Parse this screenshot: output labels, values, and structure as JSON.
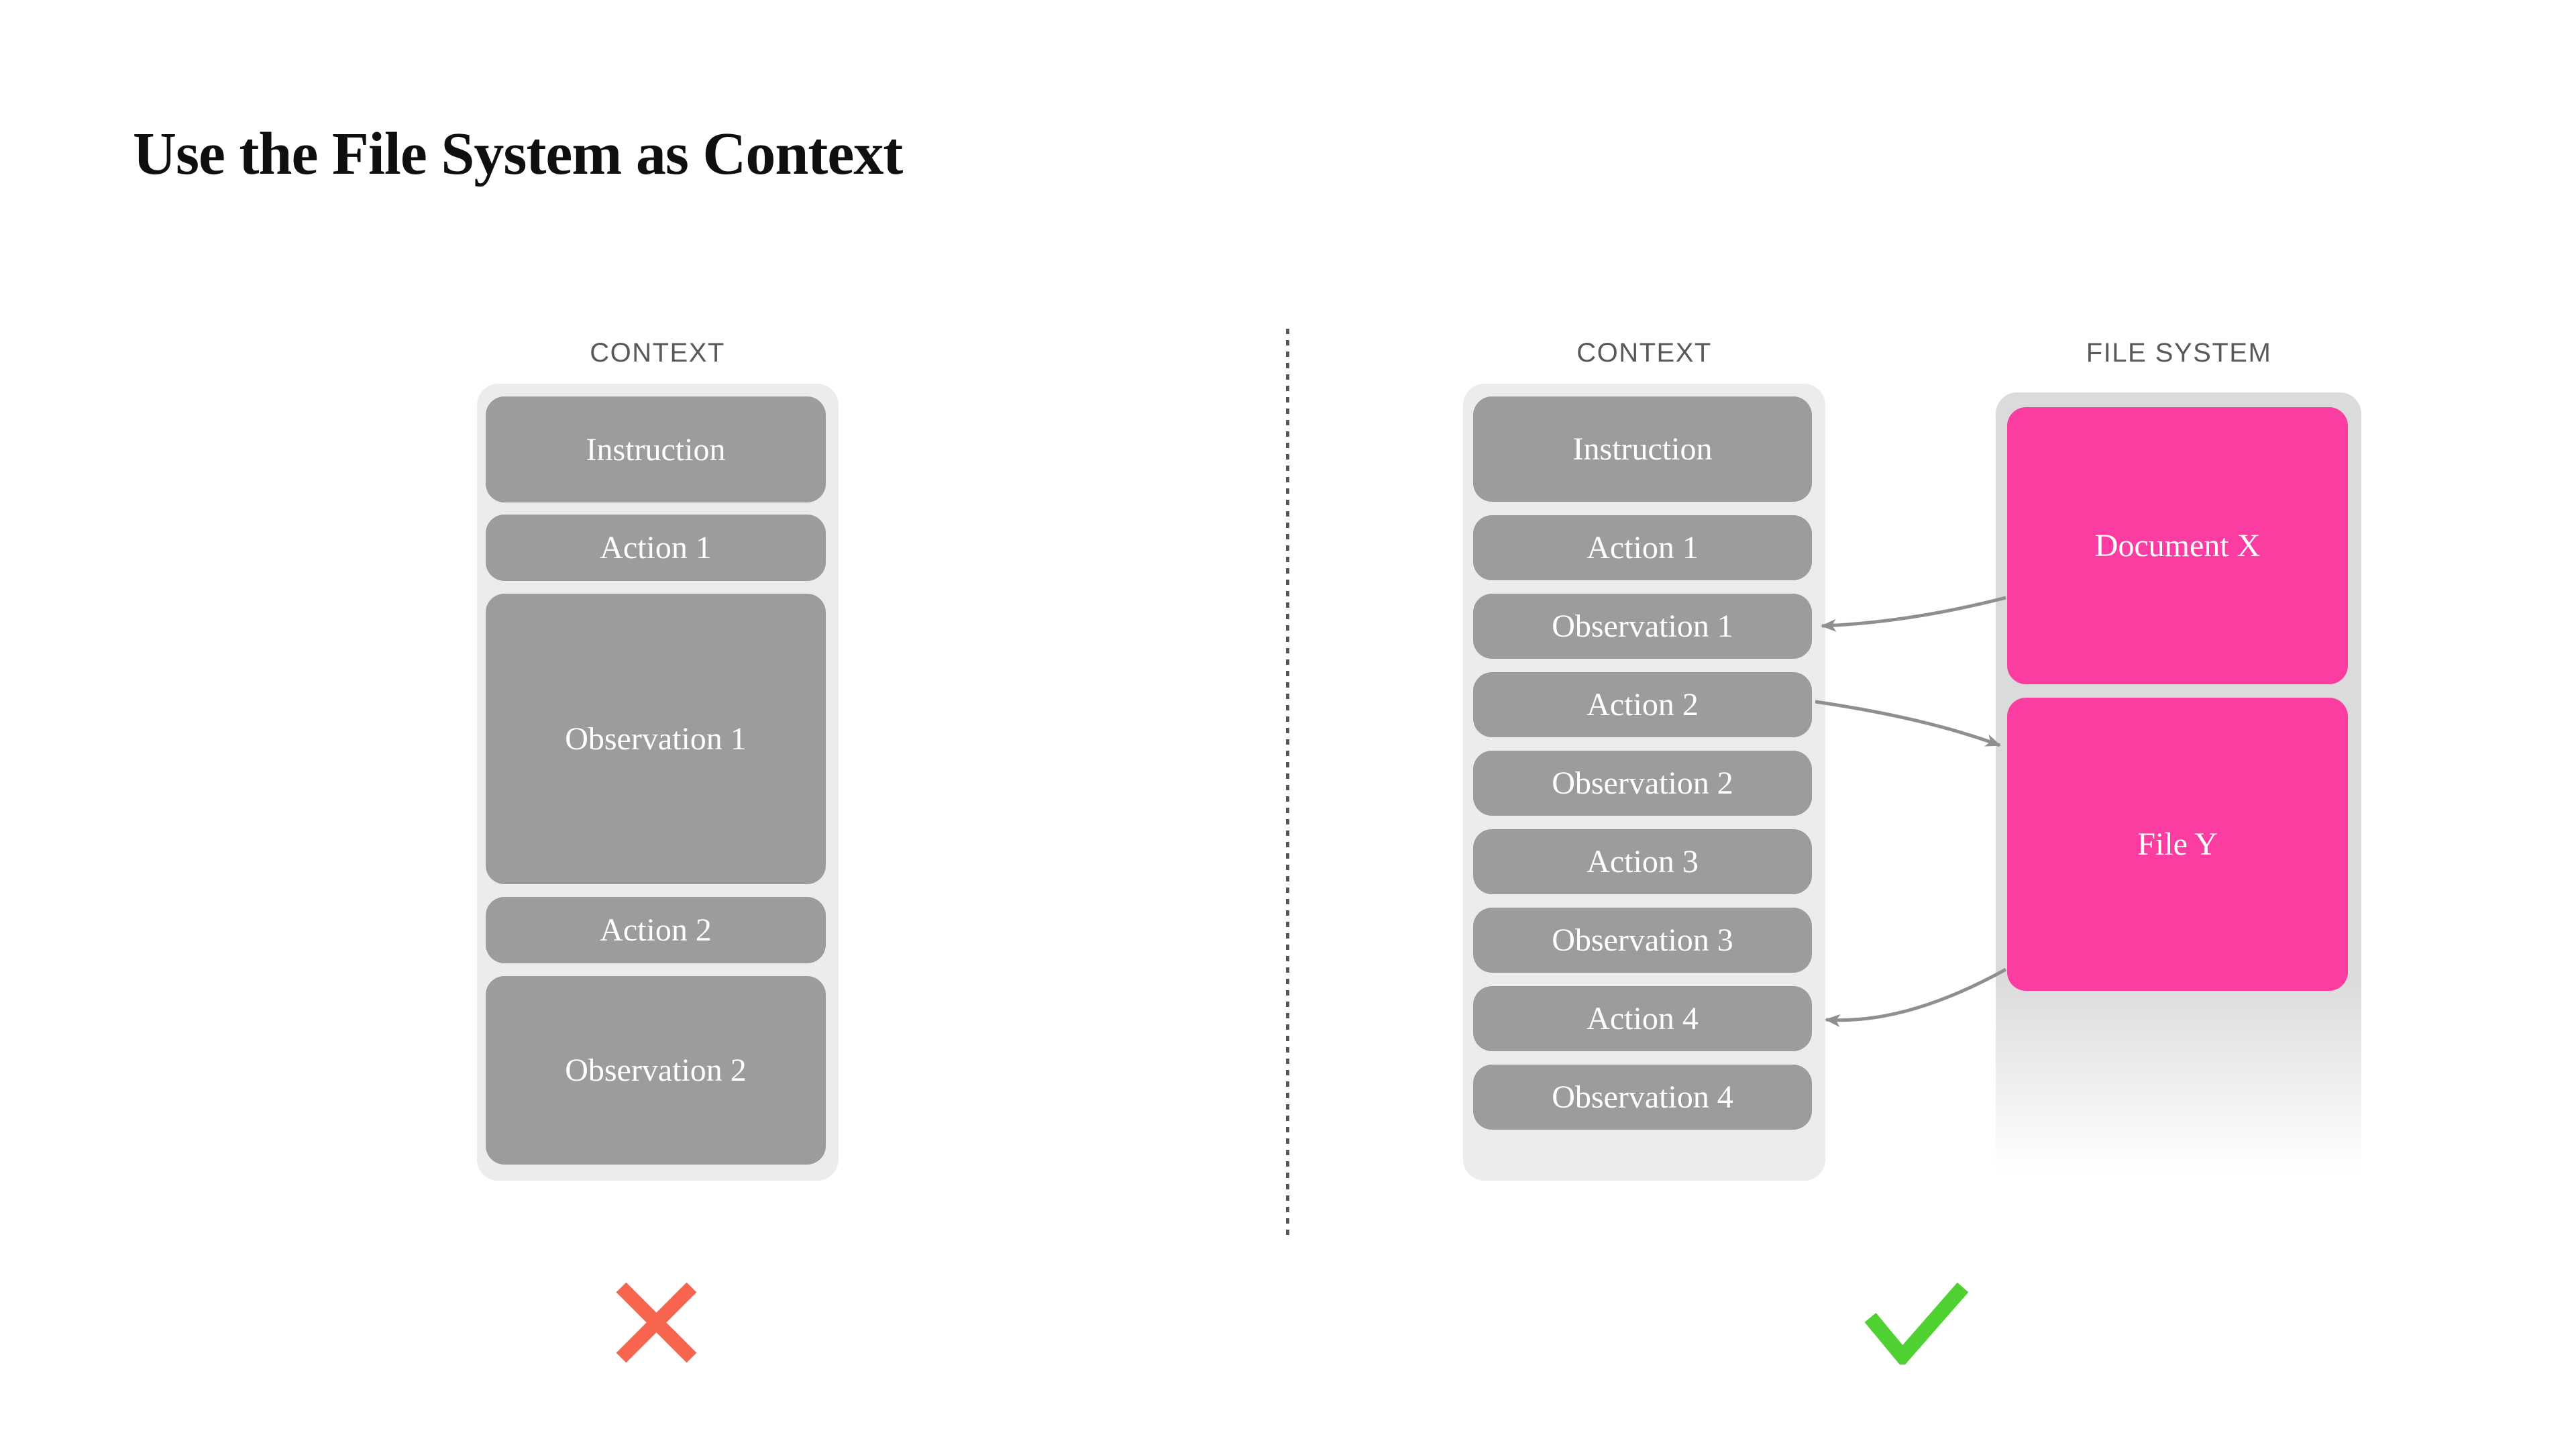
{
  "title": "Use the File System as Context",
  "left_panel": {
    "label": "CONTEXT",
    "boxes": [
      {
        "label": "Instruction"
      },
      {
        "label": "Action 1"
      },
      {
        "label": "Observation 1"
      },
      {
        "label": "Action 2"
      },
      {
        "label": "Observation 2"
      }
    ],
    "verdict_icon": "x-mark"
  },
  "right_panel": {
    "context": {
      "label": "CONTEXT",
      "boxes": [
        {
          "label": "Instruction"
        },
        {
          "label": "Action 1"
        },
        {
          "label": "Observation 1"
        },
        {
          "label": "Action 2"
        },
        {
          "label": "Observation 2"
        },
        {
          "label": "Action 3"
        },
        {
          "label": "Observation 3"
        },
        {
          "label": "Action 4"
        },
        {
          "label": "Observation 4"
        }
      ]
    },
    "file_system": {
      "label": "FILE SYSTEM",
      "boxes": [
        {
          "label": "Document X"
        },
        {
          "label": "File Y"
        }
      ]
    },
    "arrows": [
      {
        "from": "Document X",
        "to": "Observation 1"
      },
      {
        "from": "Action 2",
        "to": "File Y"
      },
      {
        "from": "File Y",
        "to": "Action 4"
      }
    ],
    "verdict_icon": "checkmark"
  },
  "colors": {
    "background": "#ffffff",
    "title_text": "#0f0f0f",
    "column_label_text": "#595959",
    "context_container": "#ececec",
    "file_system_container": "#dbdbdb",
    "gray_box": "#9c9c9c",
    "box_text": "#ffffff",
    "pink_box": "#fb3ca0",
    "arrow": "#8f8f8f",
    "divider": "#555555",
    "x_mark": "#f8654f",
    "checkmark": "#4fd132"
  }
}
